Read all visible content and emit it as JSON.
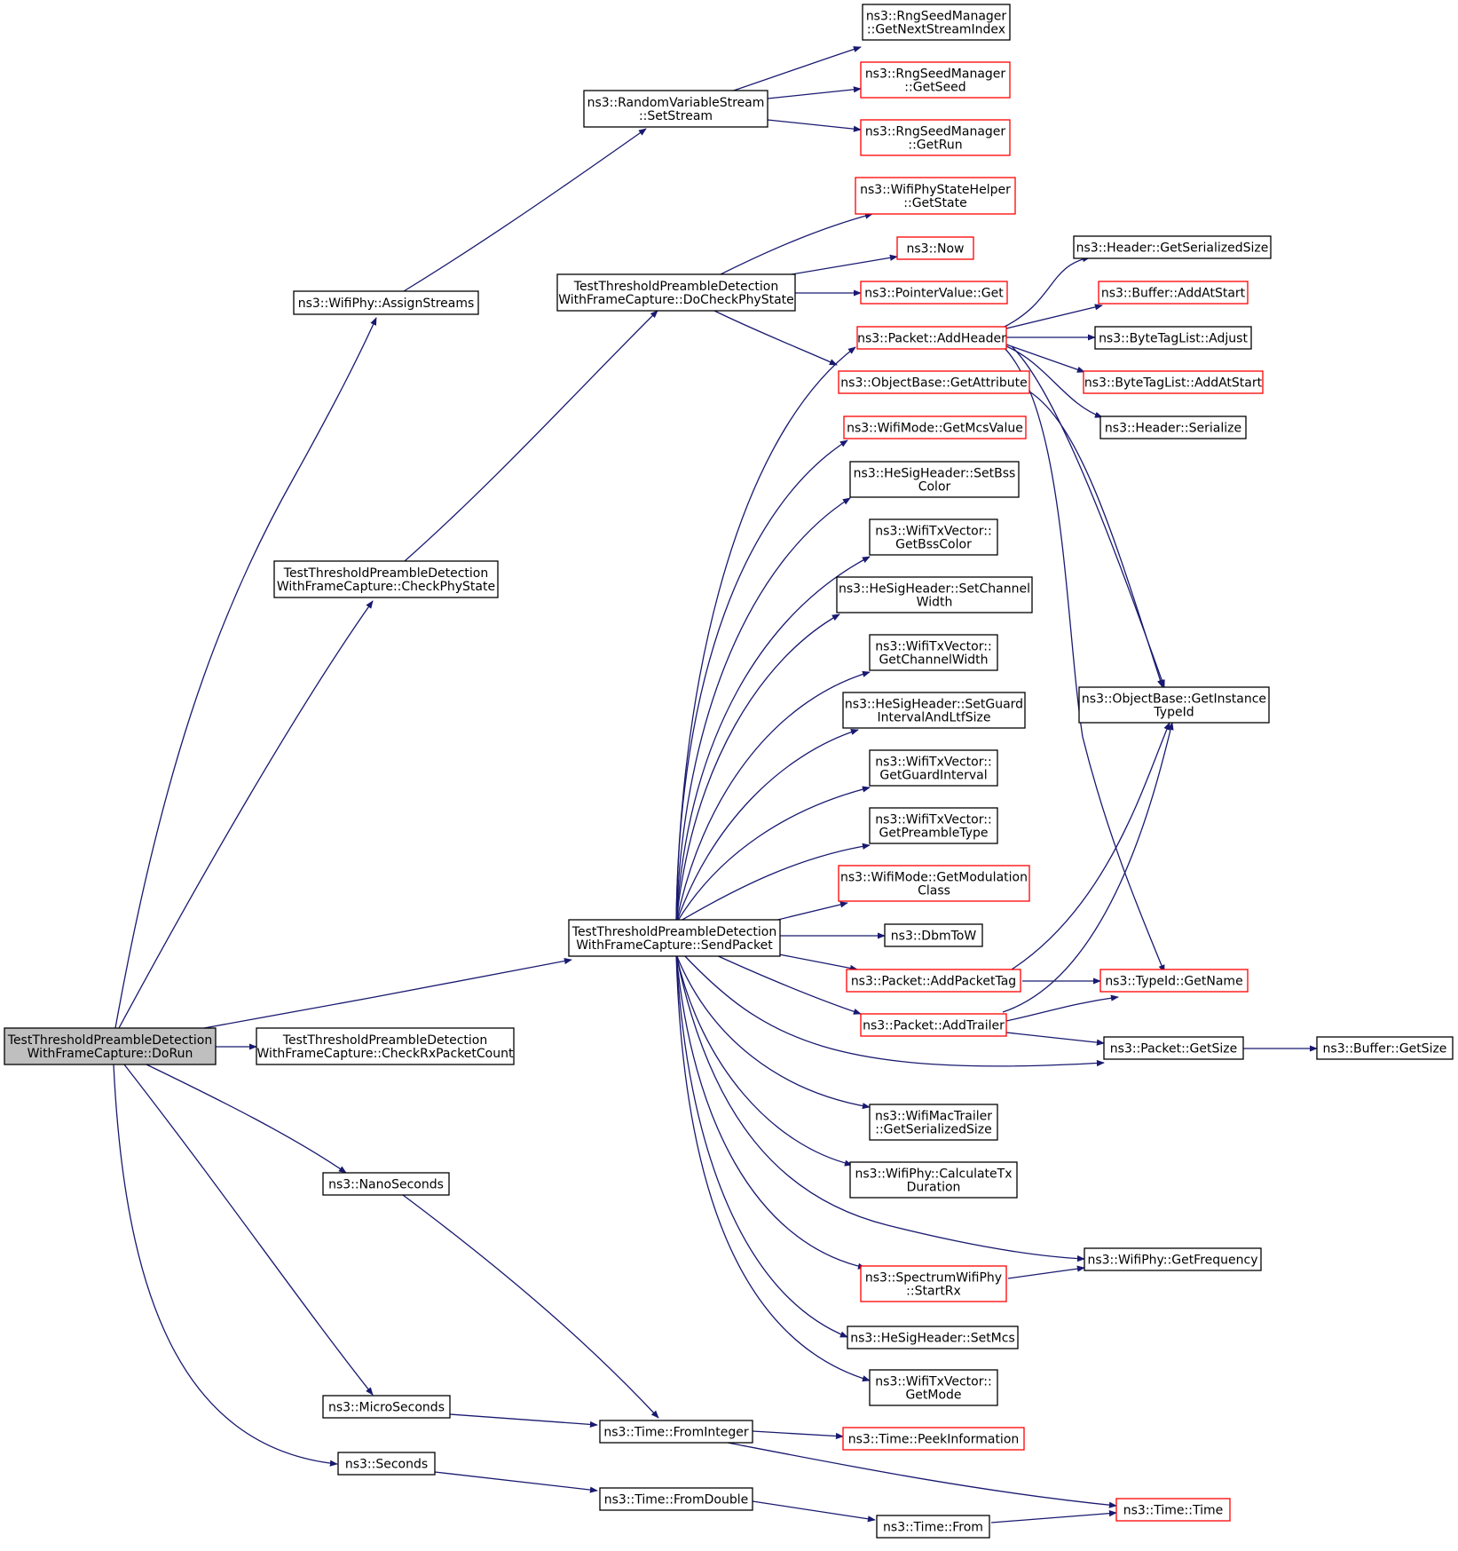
{
  "colors": {
    "edge": "#191970",
    "node_border": "#000000",
    "node_border_red": "#ff0000",
    "root_fill": "#bfbfbf",
    "node_fill": "#ffffff"
  },
  "nodes": {
    "dorun": {
      "lines": [
        "TestThresholdPreambleDetection",
        "WithFrameCapture::DoRun"
      ],
      "style": "root"
    },
    "assign_streams": {
      "lines": [
        "ns3::WifiPhy::AssignStreams"
      ],
      "style": "black"
    },
    "checkphystate": {
      "lines": [
        "TestThresholdPreambleDetection",
        "WithFrameCapture::CheckPhyState"
      ],
      "style": "black"
    },
    "sendpacket": {
      "lines": [
        "TestThresholdPreambleDetection",
        "WithFrameCapture::SendPacket"
      ],
      "style": "black"
    },
    "checkrxpacketcount": {
      "lines": [
        "TestThresholdPreambleDetection",
        "WithFrameCapture::CheckRxPacketCount"
      ],
      "style": "black"
    },
    "nanoseconds": {
      "lines": [
        "ns3::NanoSeconds"
      ],
      "style": "black"
    },
    "microseconds": {
      "lines": [
        "ns3::MicroSeconds"
      ],
      "style": "black"
    },
    "seconds": {
      "lines": [
        "ns3::Seconds"
      ],
      "style": "black"
    },
    "setstream": {
      "lines": [
        "ns3::RandomVariableStream",
        "::SetStream"
      ],
      "style": "black"
    },
    "docheckphystate": {
      "lines": [
        "TestThresholdPreambleDetection",
        "WithFrameCapture::DoCheckPhyState"
      ],
      "style": "black"
    },
    "frominteger": {
      "lines": [
        "ns3::Time::FromInteger"
      ],
      "style": "black"
    },
    "fromdouble": {
      "lines": [
        "ns3::Time::FromDouble"
      ],
      "style": "black"
    },
    "getnextstreamindex": {
      "lines": [
        "ns3::RngSeedManager",
        "::GetNextStreamIndex"
      ],
      "style": "black"
    },
    "getseed": {
      "lines": [
        "ns3::RngSeedManager",
        "::GetSeed"
      ],
      "style": "red"
    },
    "getrun": {
      "lines": [
        "ns3::RngSeedManager",
        "::GetRun"
      ],
      "style": "red"
    },
    "getstate": {
      "lines": [
        "ns3::WifiPhyStateHelper",
        "::GetState"
      ],
      "style": "red"
    },
    "now": {
      "lines": [
        "ns3::Now"
      ],
      "style": "red"
    },
    "pointervalueget": {
      "lines": [
        "ns3::PointerValue::Get"
      ],
      "style": "red"
    },
    "addheader": {
      "lines": [
        "ns3::Packet::AddHeader"
      ],
      "style": "red"
    },
    "getattribute": {
      "lines": [
        "ns3::ObjectBase::GetAttribute"
      ],
      "style": "red"
    },
    "getmcsvalue": {
      "lines": [
        "ns3::WifiMode::GetMcsValue"
      ],
      "style": "red"
    },
    "setbsscolor": {
      "lines": [
        "ns3::HeSigHeader::SetBss",
        "Color"
      ],
      "style": "black"
    },
    "getbsscolor": {
      "lines": [
        "ns3::WifiTxVector::",
        "GetBssColor"
      ],
      "style": "black"
    },
    "setchannelwidth": {
      "lines": [
        "ns3::HeSigHeader::SetChannel",
        "Width"
      ],
      "style": "black"
    },
    "getchannelwidth": {
      "lines": [
        "ns3::WifiTxVector::",
        "GetChannelWidth"
      ],
      "style": "black"
    },
    "setguardinterval": {
      "lines": [
        "ns3::HeSigHeader::SetGuard",
        "IntervalAndLtfSize"
      ],
      "style": "black"
    },
    "getguardinterval": {
      "lines": [
        "ns3::WifiTxVector::",
        "GetGuardInterval"
      ],
      "style": "black"
    },
    "getpreambletype": {
      "lines": [
        "ns3::WifiTxVector::",
        "GetPreambleType"
      ],
      "style": "black"
    },
    "getmodulationclass": {
      "lines": [
        "ns3::WifiMode::GetModulation",
        "Class"
      ],
      "style": "red"
    },
    "dbmtow": {
      "lines": [
        "ns3::DbmToW"
      ],
      "style": "black"
    },
    "addpackettag": {
      "lines": [
        "ns3::Packet::AddPacketTag"
      ],
      "style": "red"
    },
    "addtrailer": {
      "lines": [
        "ns3::Packet::AddTrailer"
      ],
      "style": "red"
    },
    "wifimactrailer": {
      "lines": [
        "ns3::WifiMacTrailer",
        "::GetSerializedSize"
      ],
      "style": "black"
    },
    "calculatetxduration": {
      "lines": [
        "ns3::WifiPhy::CalculateTx",
        "Duration"
      ],
      "style": "black"
    },
    "startrx": {
      "lines": [
        "ns3::SpectrumWifiPhy",
        "::StartRx"
      ],
      "style": "red"
    },
    "setmcs": {
      "lines": [
        "ns3::HeSigHeader::SetMcs"
      ],
      "style": "black"
    },
    "getmode": {
      "lines": [
        "ns3::WifiTxVector::",
        "GetMode"
      ],
      "style": "black"
    },
    "peekinformation": {
      "lines": [
        "ns3::Time::PeekInformation"
      ],
      "style": "red"
    },
    "timefrom": {
      "lines": [
        "ns3::Time::From"
      ],
      "style": "black"
    },
    "headergetserializedsize": {
      "lines": [
        "ns3::Header::GetSerializedSize"
      ],
      "style": "black"
    },
    "bufferaddatstart": {
      "lines": [
        "ns3::Buffer::AddAtStart"
      ],
      "style": "red"
    },
    "bytetaglistadjust": {
      "lines": [
        "ns3::ByteTagList::Adjust"
      ],
      "style": "black"
    },
    "bytetaglistaddatstart": {
      "lines": [
        "ns3::ByteTagList::AddAtStart"
      ],
      "style": "red"
    },
    "headerserialize": {
      "lines": [
        "ns3::Header::Serialize"
      ],
      "style": "black"
    },
    "getinstancetypeid": {
      "lines": [
        "ns3::ObjectBase::GetInstance",
        "TypeId"
      ],
      "style": "black"
    },
    "typeidgetname": {
      "lines": [
        "ns3::TypeId::GetName"
      ],
      "style": "red"
    },
    "packetgetsize": {
      "lines": [
        "ns3::Packet::GetSize"
      ],
      "style": "black"
    },
    "buffergetsize": {
      "lines": [
        "ns3::Buffer::GetSize"
      ],
      "style": "black"
    },
    "getfrequency": {
      "lines": [
        "ns3::WifiPhy::GetFrequency"
      ],
      "style": "black"
    },
    "timetime": {
      "lines": [
        "ns3::Time::Time"
      ],
      "style": "red"
    }
  }
}
